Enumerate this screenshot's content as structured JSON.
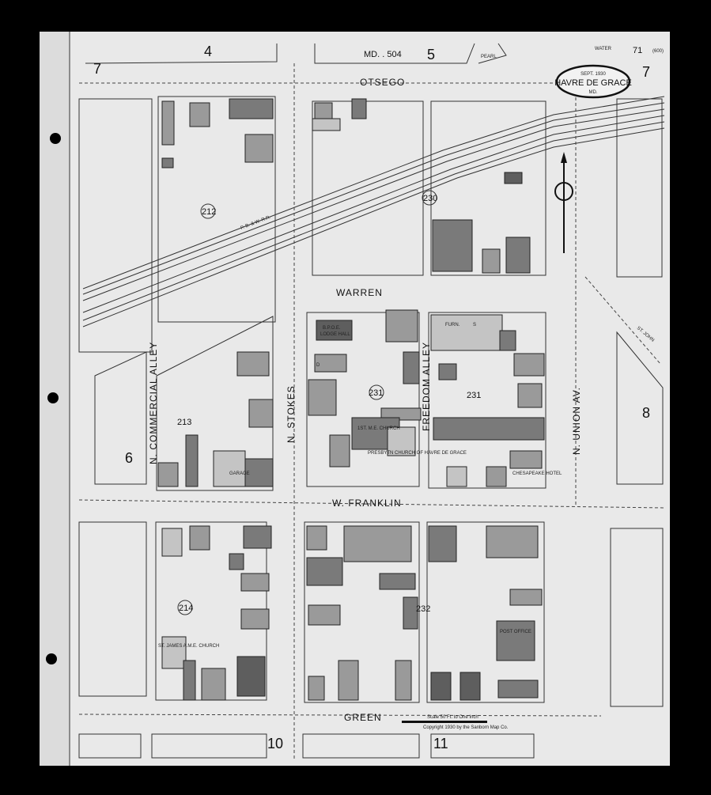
{
  "sheet": {
    "sheet_number": "7",
    "sheet_number_right": "7",
    "corner_note": "71",
    "corner_note2": "(600)",
    "index_ref": "MD. . 504",
    "title_date": "SEPT. 1930",
    "title_city": "HAVRE DE GRACE",
    "title_state": "MD.",
    "scale_text": "Scale 50 Ft. to One Inch",
    "copyright": "Copyright 1930 by the Sanborn Map Co."
  },
  "adjacent_sheets": [
    "4",
    "5",
    "6",
    "8",
    "10",
    "11"
  ],
  "streets": {
    "otsego": "OTSEGO",
    "warren": "WARREN",
    "franklin": "W. FRANKLIN",
    "green": "GREEN",
    "commercial_alley": "N. COMMERCIAL ALLEY",
    "stokes": "N. STOKES",
    "freedom_alley": "FREEDOM ALLEY",
    "union_av": "N. UNION AV.",
    "pearl": "PEARL",
    "water": "WATER",
    "st_john": "ST. JOHN",
    "railroad": "P. B. & W. R.R."
  },
  "blocks": [
    "212",
    "230",
    "213",
    "231",
    "231",
    "214",
    "232"
  ],
  "labels": {
    "bpoe": "B.P.O.E.",
    "bpoe_sub": "LODGE HALL",
    "church": "1ST. M.E. CHURCH",
    "church2": "PRESBYTN CHURCH OF HAVRE DE GRACE",
    "st_james": "ST. JAMES A.M.E. CHURCH",
    "post_office": "POST OFFICE",
    "garage": "GARAGE",
    "furn": "FURN.",
    "chesapeake": "CHESAPEAKE HOTEL",
    "dwelling": "D",
    "store": "S"
  }
}
